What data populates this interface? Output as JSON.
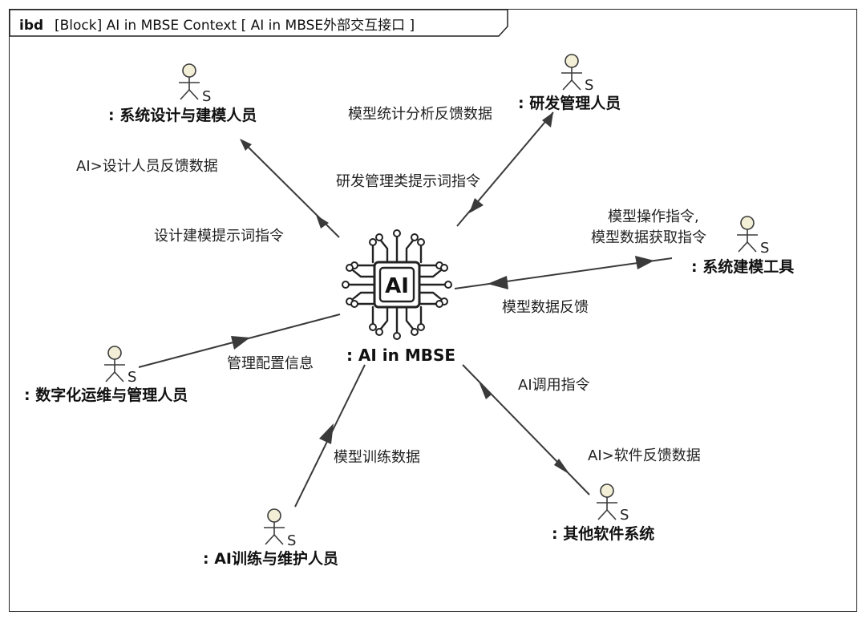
{
  "title": {
    "keyword": "ibd",
    "text": "[Block] AI in MBSE Context [ AI in MBSE外部交互接口 ]"
  },
  "center": {
    "name": ": AI in MBSE",
    "chip_text": "AI"
  },
  "actors": [
    {
      "id": "designer",
      "name": ": 系统设计与建模人员",
      "stereotype": "S"
    },
    {
      "id": "rd_manager",
      "name": ": 研发管理人员",
      "stereotype": "S"
    },
    {
      "id": "modeling_tool",
      "name": ": 系统建模工具",
      "stereotype": "S"
    },
    {
      "id": "digital_ops",
      "name": ": 数字化运维与管理人员",
      "stereotype": "S"
    },
    {
      "id": "trainer",
      "name": ": AI训练与维护人员",
      "stereotype": "S"
    },
    {
      "id": "other_software",
      "name": ": 其他软件系统",
      "stereotype": "S"
    }
  ],
  "flows": {
    "ai_to_designer": "AI>设计人员反馈数据",
    "designer_to_ai": "设计建模提示词指令",
    "ai_to_rd_manager": "模型统计分析反馈数据",
    "rd_manager_to_ai": "研发管理类提示词指令",
    "ai_to_tool_line1": "模型操作指令,",
    "ai_to_tool_line2": "模型数据获取指令",
    "tool_to_ai": "模型数据反馈",
    "digital_ops_to_ai": "管理配置信息",
    "trainer_to_ai": "模型训练数据",
    "other_to_ai": "AI调用指令",
    "ai_to_other": "AI>软件反馈数据"
  },
  "colors": {
    "line": "#3a3a3a",
    "actor_head_fill": "#f3efd7",
    "frame": "#222222"
  }
}
